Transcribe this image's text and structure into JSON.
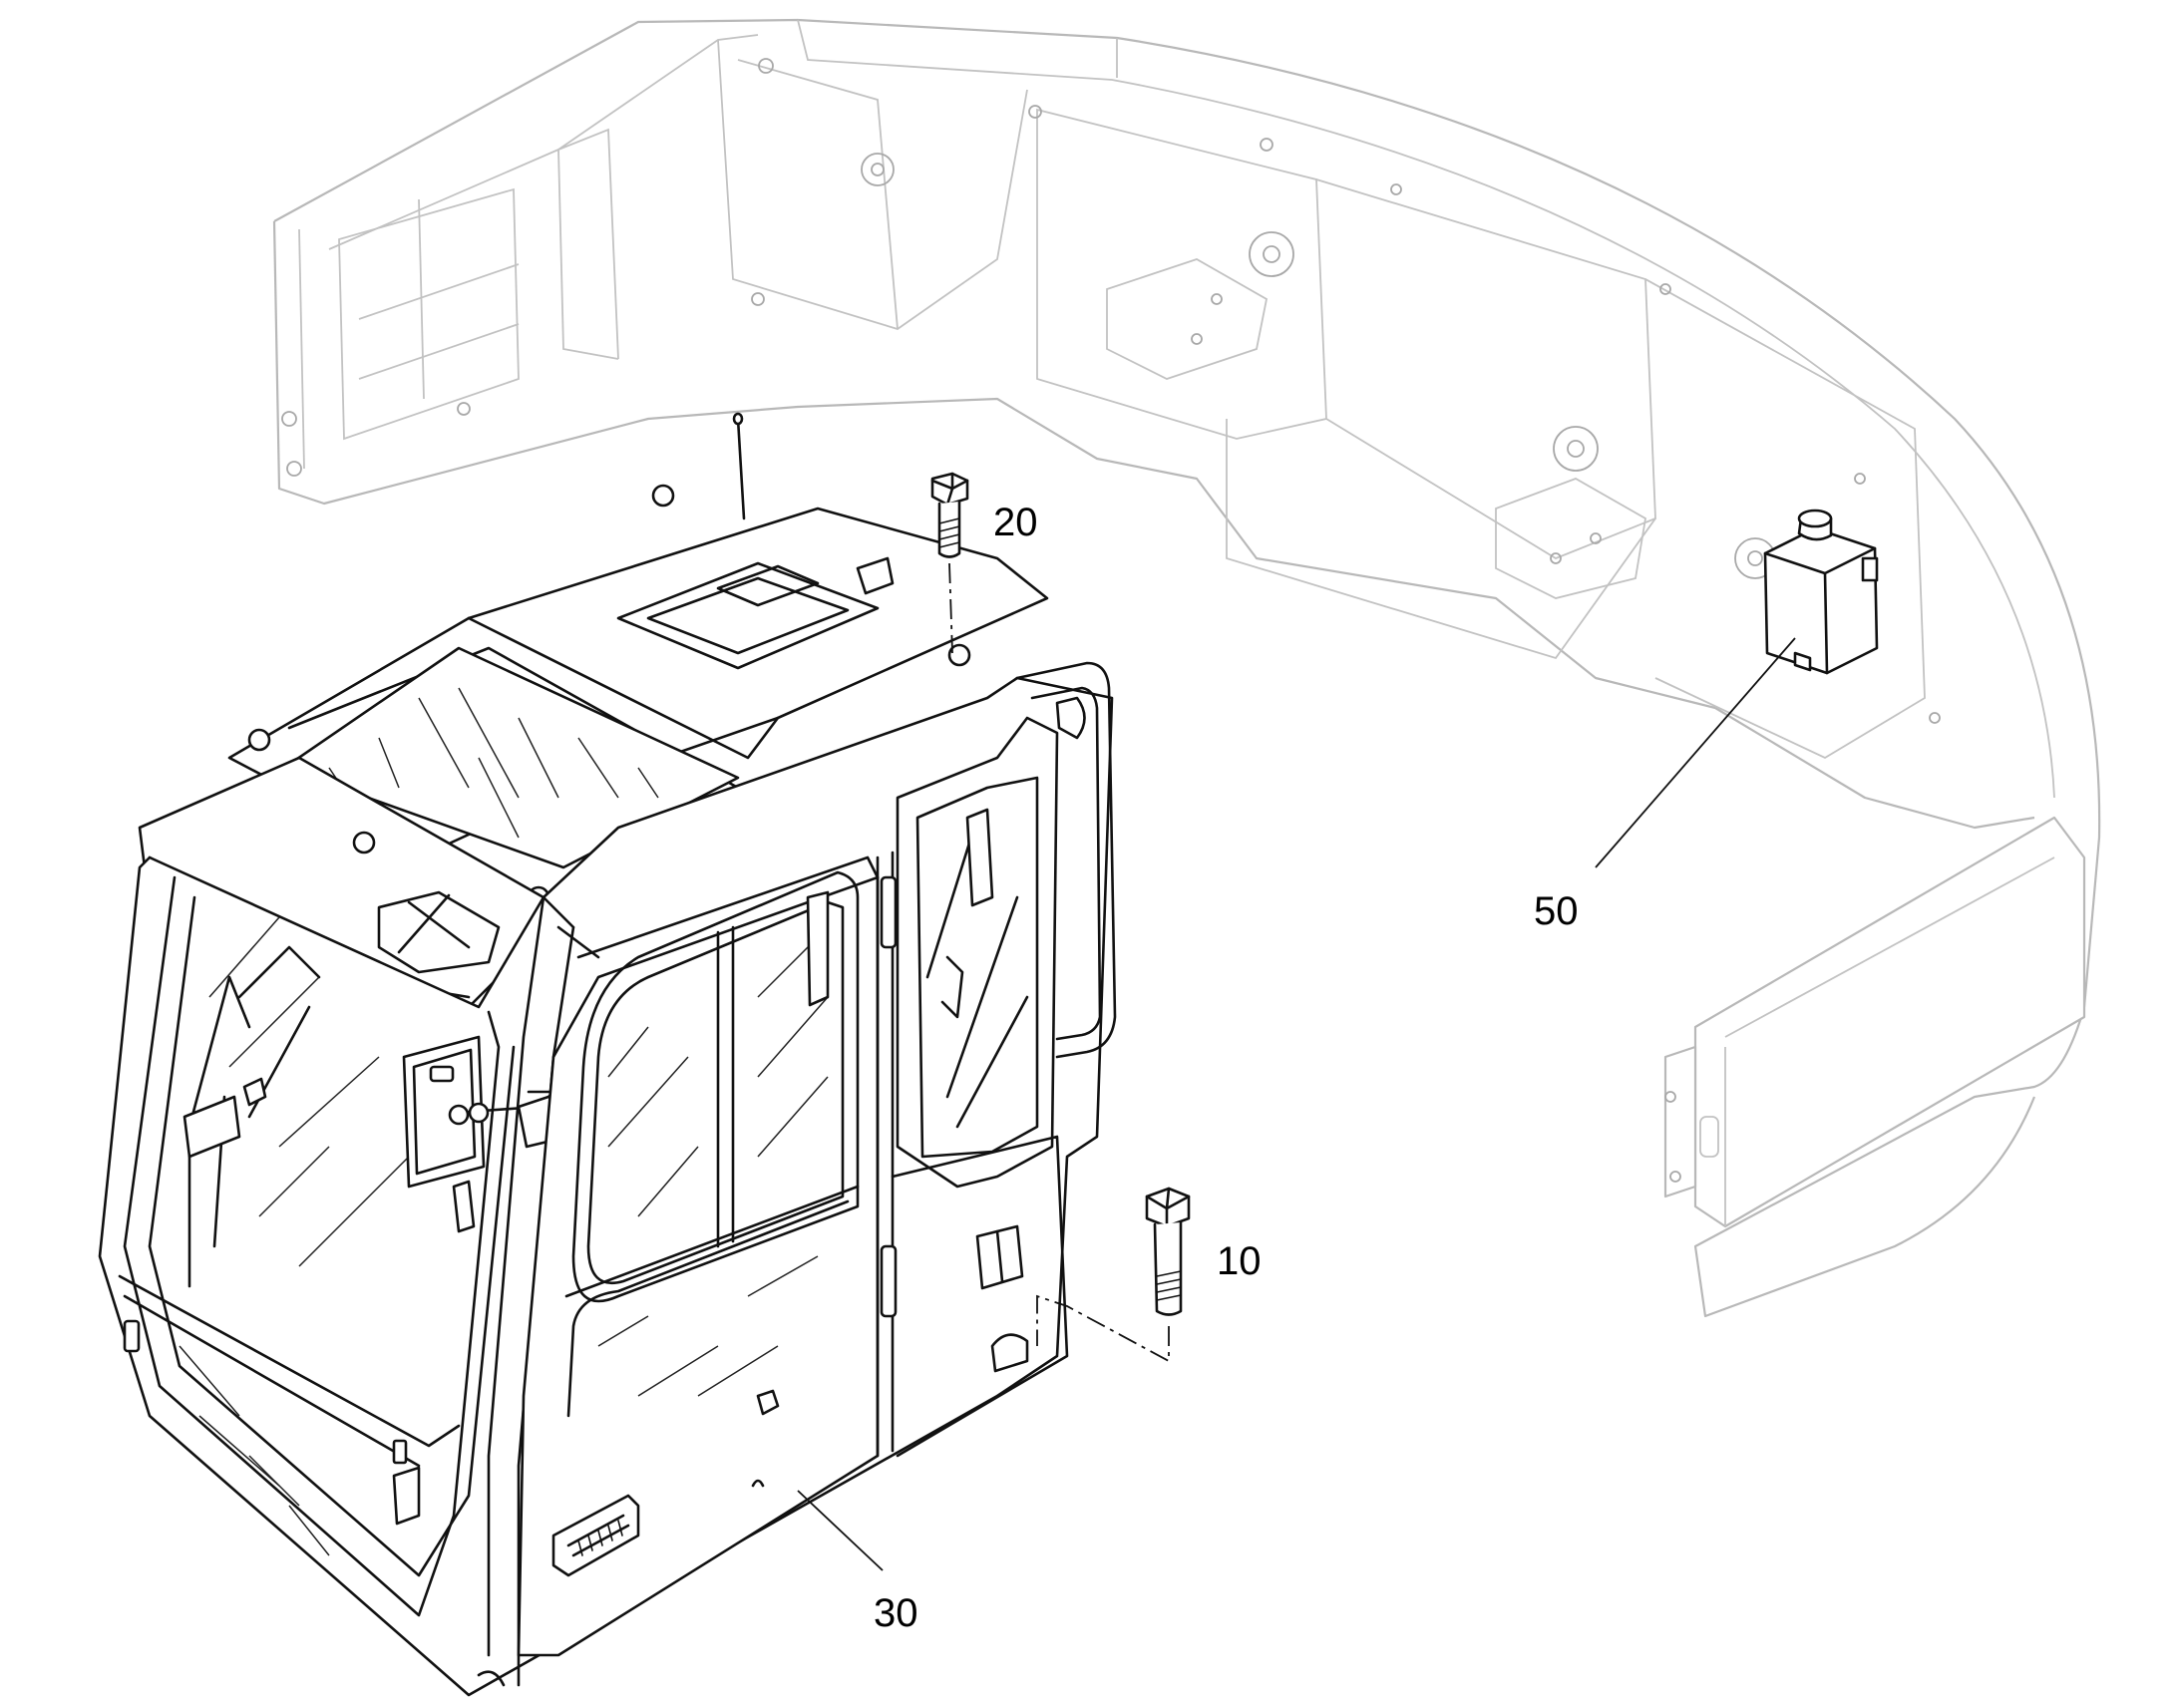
{
  "figure": {
    "callouts": [
      {
        "id": "10",
        "text": "10"
      },
      {
        "id": "20",
        "text": "20"
      },
      {
        "id": "30",
        "text": "30"
      },
      {
        "id": "50",
        "text": "50"
      }
    ]
  }
}
